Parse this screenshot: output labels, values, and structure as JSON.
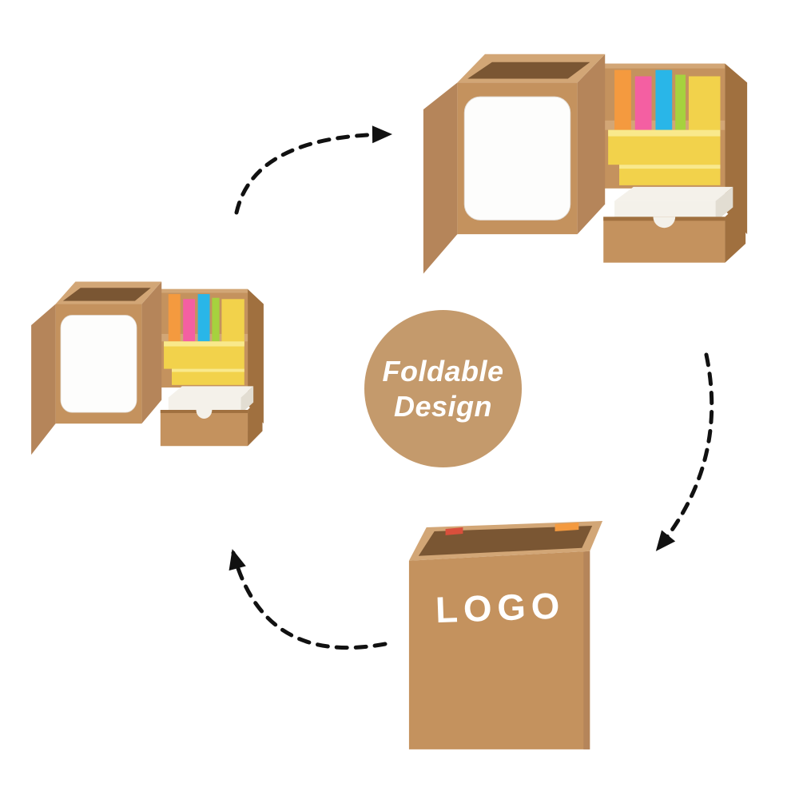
{
  "badge": {
    "line1": "Foldable",
    "line2": "Design"
  },
  "cube": {
    "logo_text": "LOGO"
  },
  "colors": {
    "badge_tan": "#c49a6c",
    "badge_text": "#ffffff",
    "kraft_base": "#c4925e",
    "kraft_light": "#d2a676",
    "kraft_mid": "#b5855a",
    "kraft_dark": "#a0703f",
    "kraft_shadow": "#7a5633",
    "pad_white": "#fdfdfc",
    "paper_white": "#f4f1ea",
    "paper_shade": "#e2ddd2",
    "note_yellow": "#f2d24b",
    "note_yellow_light": "#f9e98c",
    "flag_orange": "#f49a3f",
    "flag_pink": "#f45fa2",
    "flag_blue": "#29b6e8",
    "flag_green": "#a6d23e",
    "flag_red": "#d94f3c",
    "arrow_black": "#111111",
    "logo_text_color": "#ffffff"
  }
}
